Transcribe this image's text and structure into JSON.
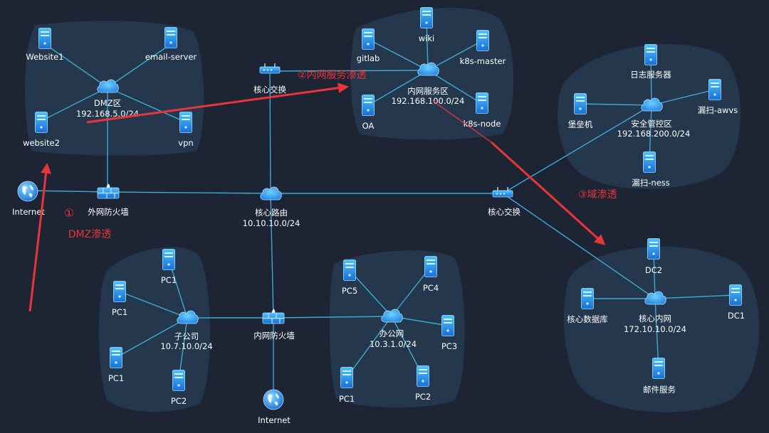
{
  "labels": {
    "dmz_website1": "Website1",
    "dmz_email": "email-server",
    "dmz_name": "DMZ区",
    "dmz_subnet": "192.168.5.0/24",
    "dmz_website2": "website2",
    "dmz_vpn": "vpn",
    "core_switch_top": "核心交换",
    "srv_wiki": "wiki",
    "srv_gitlab": "gitlab",
    "srv_k8s_master": "k8s-master",
    "srv_name": "内网服务区",
    "srv_subnet": "192.168.100.0/24",
    "srv_oa": "OA",
    "srv_k8s_node": "k8s-node",
    "sec_log": "日志服务器",
    "sec_bastion": "堡垒机",
    "sec_awvs": "漏扫-awvs",
    "sec_name": "安全管控区",
    "sec_subnet": "192.168.200.0/24",
    "sec_ness": "漏扫-ness",
    "internet_left": "Internet",
    "ext_firewall": "外网防火墙",
    "core_router": "核心路由",
    "core_router_subnet": "10.10.10.0/24",
    "core_switch_right": "核心交换",
    "sub_pc1_top": "PC1",
    "sub_pc1_left": "PC1",
    "sub_pc1_bottom": "PC1",
    "sub_pc2": "PC2",
    "sub_name": "子公司",
    "sub_subnet": "10.7.10.0/24",
    "int_firewall": "内网防火墙",
    "internet_bottom": "Internet",
    "off_pc5": "PC5",
    "off_pc4": "PC4",
    "off_pc3": "PC3",
    "off_pc2": "PC2",
    "off_pc1": "PC1",
    "off_name": "办公网",
    "off_subnet": "10.3.1.0/24",
    "core_dc2": "DC2",
    "core_dc1": "DC1",
    "core_db": "核心数据库",
    "core_name": "核心内网",
    "core_subnet": "172.10.10.0/24",
    "core_mail": "邮件服务"
  },
  "annotations": {
    "step1_num": "①",
    "step1_text": "DMZ渗透",
    "step2": "②内网服务渗透",
    "step3": "③域渗透"
  },
  "colors": {
    "link": "#3fa9d4",
    "arrow": "#e8353a",
    "zone": "#2a4760",
    "background": "#1d2433"
  },
  "icons": {
    "server": "server-icon",
    "cloud": "cloud-icon",
    "firewall": "firewall-icon",
    "switch": "switch-icon",
    "globe": "globe-icon"
  }
}
